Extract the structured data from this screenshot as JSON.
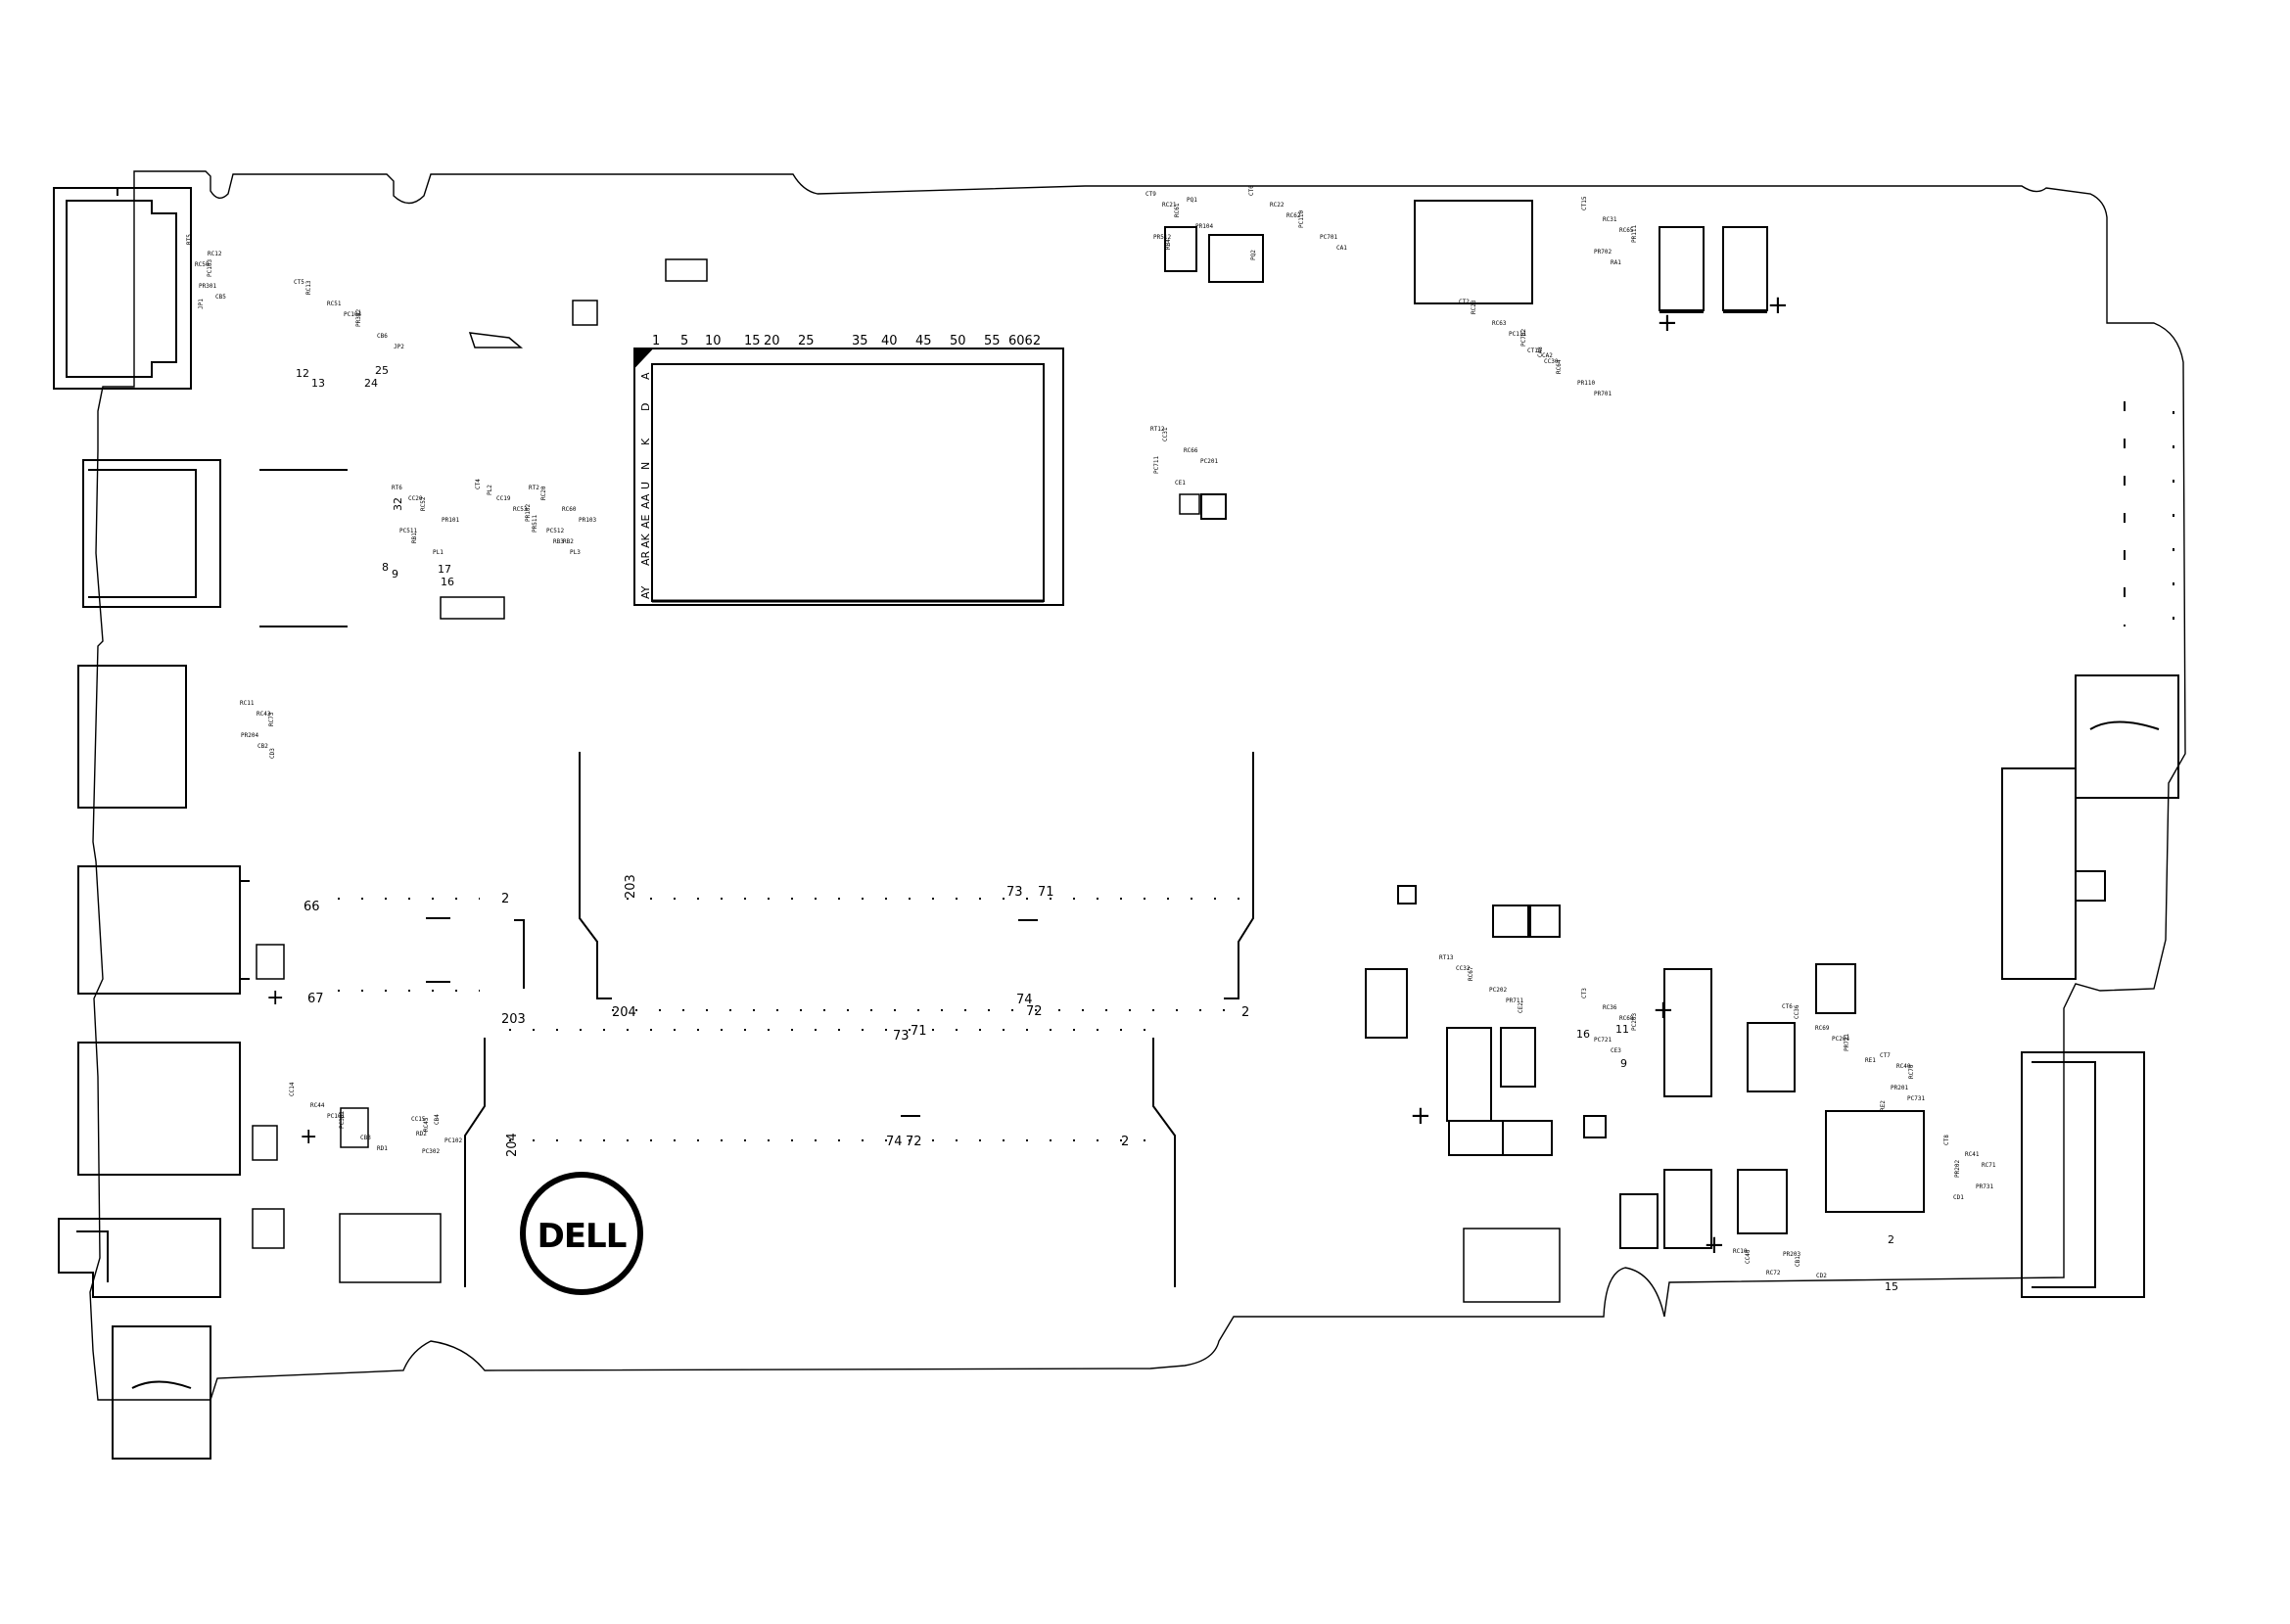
{
  "logo": {
    "text": "DELL"
  },
  "polarity_mark": "+",
  "cpu_socket": {
    "top_pins": [
      "1",
      "5",
      "10",
      "15",
      "20",
      "25",
      "35",
      "40",
      "45",
      "50",
      "55",
      "6062"
    ],
    "side_pins": [
      "A",
      "D",
      "K",
      "N",
      "U",
      "AA",
      "AE",
      "AK",
      "AR",
      "AY"
    ]
  },
  "upper_slot": {
    "pin_203": "203",
    "pin_73": "73",
    "pin_71": "71",
    "pin_204": "204",
    "pin_74": "74",
    "pin_72": "72",
    "pin_2": "2"
  },
  "lower_slot": {
    "pin_203": "203",
    "pin_73": "73",
    "pin_71": "71",
    "pin_204": "204",
    "pin_74": "74",
    "pin_72": "72",
    "pin_2": "2"
  },
  "left_connector": {
    "pin_66": "66",
    "pin_67": "67",
    "pin_2": "2"
  },
  "small_numbers": {
    "n12": "12",
    "n13": "13",
    "n24": "24",
    "n25": "25",
    "n32": "32",
    "n8": "8",
    "n9": "9",
    "n17": "17",
    "n16": "16",
    "n16b": "16",
    "n11": "11",
    "n9b": "9",
    "n15": "15",
    "n2": "2"
  },
  "refdes": [
    "RT5",
    "CT5",
    "RT6",
    "CT4",
    "RT2",
    "CT9",
    "CT0",
    "CT2",
    "CT10",
    "CT15",
    "RT12",
    "RT13",
    "CT3",
    "CT6",
    "CT7",
    "CT8",
    "RC10",
    "RC11",
    "CC14",
    "CC15",
    "RC12",
    "RC13",
    "CC20",
    "CC19",
    "RC20",
    "RC21",
    "RC22",
    "RC23",
    "CC30",
    "RC31",
    "CC31",
    "CC32",
    "RC36",
    "CC36",
    "RC40",
    "RC41",
    "CC40",
    "RC43",
    "RC44",
    "RC45",
    "RC50",
    "RC51",
    "RC52",
    "RC53",
    "RC60",
    "RC61",
    "RC62",
    "RC63",
    "RC64",
    "RC65",
    "RC66",
    "RC67",
    "RC68",
    "RC69",
    "RC70",
    "RC71",
    "RC72",
    "RC73",
    "PC101",
    "PC102",
    "PC103",
    "PC104",
    "PR101",
    "PR102",
    "PR103",
    "PR104",
    "PC110",
    "PC111",
    "PR110",
    "PR111",
    "PC201",
    "PC202",
    "PC203",
    "PC204",
    "PR201",
    "PR202",
    "PR203",
    "PR204",
    "PC301",
    "PC302",
    "PR301",
    "PR302",
    "PC511",
    "PC512",
    "PR511",
    "PR512",
    "PC701",
    "PC702",
    "PR701",
    "PR702",
    "PC711",
    "PR711",
    "PC721",
    "PR721",
    "PC731",
    "PR731",
    "CB1",
    "CB2",
    "CB3",
    "CB4",
    "CB5",
    "CB6",
    "RB1",
    "RB2",
    "RB3",
    "RB4",
    "CA1",
    "CA2",
    "CA3",
    "RA1",
    "CE1",
    "CE2",
    "CE3",
    "RE1",
    "RE2",
    "CD1",
    "CD2",
    "CD3",
    "RD1",
    "RD2",
    "JP1",
    "JP2",
    "PL1",
    "PL2",
    "PL3",
    "PQ1",
    "PQ2"
  ]
}
